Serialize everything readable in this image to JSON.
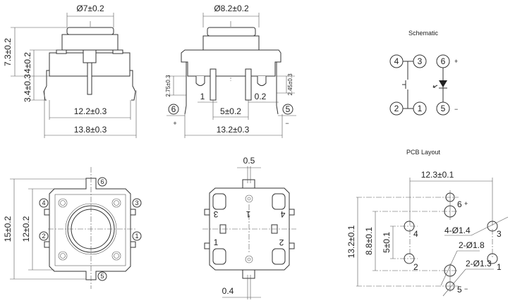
{
  "front_view": {
    "cap_diameter": "Ø7±0.2",
    "total_height": "7.3±0.2",
    "body_height": "4±0.2",
    "lead_length": "3.4±0.3",
    "inner_width": "12.2±0.3",
    "outer_width": "13.8±0.3"
  },
  "side_view": {
    "cap_diameter": "Ø8.2±0.2",
    "lead6_length": "2.75±0.3",
    "lead5_length": "2.45±0.3",
    "lead_width": "1",
    "lead_thickness": "0.2",
    "pin_pitch": "5±0.2",
    "overall_width": "13.2±0.3",
    "pin_left": "6",
    "pin_right": "5",
    "plus": "+",
    "minus": "−"
  },
  "schematic": {
    "title": "Schematic",
    "pins": [
      "4",
      "3",
      "6",
      "2",
      "1",
      "5"
    ],
    "plus": "+",
    "minus": "−"
  },
  "top_view": {
    "height_outer": "15±0.2",
    "height_inner": "12±0.2",
    "pins": [
      "6",
      "4",
      "3",
      "2",
      "1",
      "5"
    ]
  },
  "bottom_view": {
    "tab_width_top": "0.5",
    "tab_width_bottom": "0.4",
    "marks": [
      "3",
      "1",
      "4",
      "1",
      "2"
    ]
  },
  "pcb_layout": {
    "title": "PCB Layout",
    "width": "12.3±0.1",
    "height_outer": "13.2±0.1",
    "height_mid": "8.8±0.1",
    "pitch": "5±0.1",
    "hole_a": "4-Ø1.4",
    "hole_b": "2-Ø1.8",
    "hole_c": "2-Ø1.3",
    "labels": [
      "6",
      "+",
      "4",
      "3",
      "2",
      "1",
      "5",
      "−"
    ]
  }
}
